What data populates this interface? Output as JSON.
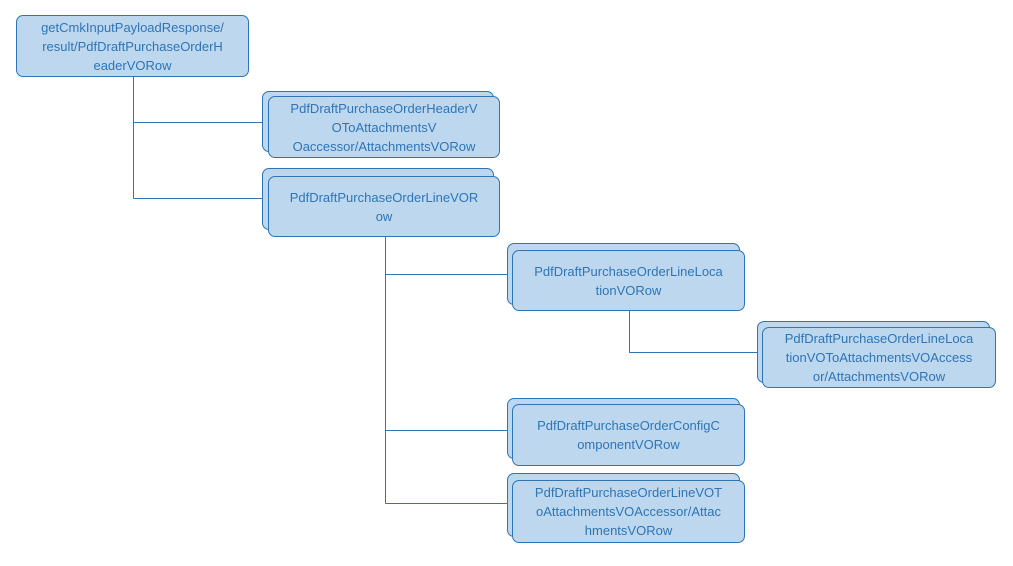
{
  "nodes": {
    "root": "getCmkInputPayloadResponse/\nresult/PdfDraftPurchaseOrderH\neaderVORow",
    "header_attachments": "PdfDraftPurchaseOrderHeaderV\nOToAttachmentsV\nOaccessor/AttachmentsVORow",
    "line": "PdfDraftPurchaseOrderLineVOR\now",
    "line_location": "PdfDraftPurchaseOrderLineLoca\ntionVORow",
    "line_location_attachments": "PdfDraftPurchaseOrderLineLoca\ntionVOToAttachmentsVOAccess\nor/AttachmentsVORow",
    "config_component": "PdfDraftPurchaseOrderConfigC\nomponentVORow",
    "line_attachments": "PdfDraftPurchaseOrderLineVOT\noAttachmentsVOAccessor/Attac\nhmentsVORow"
  },
  "colors": {
    "fill": "#bdd7ee",
    "border": "#2e75b6",
    "text": "#2e75b6",
    "connector": "#2e75b6"
  }
}
